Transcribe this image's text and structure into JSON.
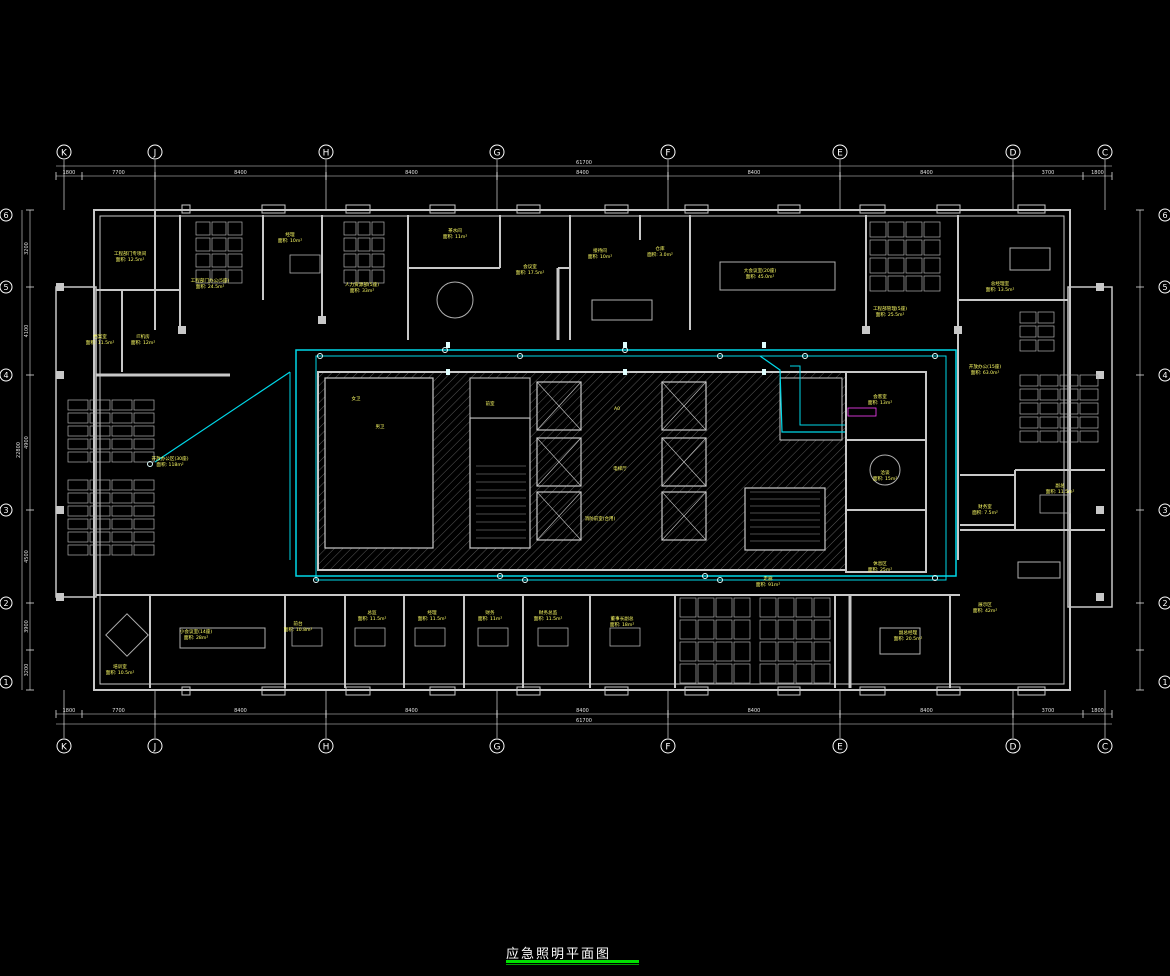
{
  "drawing": {
    "title": "应急照明平面图"
  },
  "axes": {
    "columns": [
      "K",
      "J",
      "H",
      "G",
      "F",
      "E",
      "D",
      "C"
    ],
    "rows": [
      "6",
      "5",
      "4",
      "3",
      "2",
      "1"
    ]
  },
  "dimensions": {
    "top_total": "61700",
    "bottom_total": "61700",
    "top_segments": [
      "1800",
      "7700",
      "8400",
      "8400",
      "8400",
      "8400",
      "8400",
      "3700",
      "1800"
    ],
    "left_total": "22800",
    "left_segments": [
      "3200",
      "4100",
      "4900",
      "4500",
      "3900",
      "3200"
    ]
  },
  "rooms": [
    {
      "id": "r1",
      "name": "工程部门专项间",
      "area": "面积: 12.5m²"
    },
    {
      "id": "r2",
      "name": "工程部门办公(5座)",
      "area": "面积: 24.5m²"
    },
    {
      "id": "r3",
      "name": "经理",
      "area": "面积: 10m²"
    },
    {
      "id": "r4",
      "name": "人力资源部(5座)",
      "area": "面积: 33m²"
    },
    {
      "id": "r5",
      "name": "茶水间",
      "area": "面积: 11m²"
    },
    {
      "id": "r6",
      "name": "会议室",
      "area": "面积: 17.5m²"
    },
    {
      "id": "r7",
      "name": "接待间",
      "area": "面积: 10m²"
    },
    {
      "id": "r8",
      "name": "仓库",
      "area": "面积: 3.0m²"
    },
    {
      "id": "r9",
      "name": "大会议室(20座)",
      "area": "面积: 45.0m²"
    },
    {
      "id": "r10",
      "name": "工程部管理(5座)",
      "area": "面积: 25.5m²"
    },
    {
      "id": "r11",
      "name": "总经理室",
      "area": "面积: 13.5m²"
    },
    {
      "id": "r12",
      "name": "档案室",
      "area": "面积: 11.5m²"
    },
    {
      "id": "r13",
      "name": "IT机房",
      "area": "面积: 12m²"
    },
    {
      "id": "r14",
      "name": "开放办公区(30座)",
      "area": "面积: 118m²"
    },
    {
      "id": "r15",
      "name": "开放办公(15座)",
      "area": "面积: 63.0m²"
    },
    {
      "id": "r16",
      "name": "小会议室(14座)",
      "area": "面积: 28m²"
    },
    {
      "id": "r17",
      "name": "培训室",
      "area": "面积: 10.5m²"
    },
    {
      "id": "r18",
      "name": "前台",
      "area": "面积: 10.8m²"
    },
    {
      "id": "r19",
      "name": "总监",
      "area": "面积: 11.5m²"
    },
    {
      "id": "r20",
      "name": "经理",
      "area": "面积: 11.5m²"
    },
    {
      "id": "r21",
      "name": "财务",
      "area": "面积: 11m²"
    },
    {
      "id": "r22",
      "name": "财务总监",
      "area": "面积: 11.5m²"
    },
    {
      "id": "r23",
      "name": "董事长副总",
      "area": "面积: 18m²"
    },
    {
      "id": "r24",
      "name": "副总经理",
      "area": "面积: 20.5m²"
    },
    {
      "id": "r25",
      "name": "展示区",
      "area": "面积: 42m²"
    },
    {
      "id": "r26",
      "name": "会客室",
      "area": "面积: 13m²"
    },
    {
      "id": "r27",
      "name": "洽谈",
      "area": "面积: 15m²"
    },
    {
      "id": "r28",
      "name": "休息区",
      "area": "面积: 25m²"
    },
    {
      "id": "r29",
      "name": "财务室",
      "area": "面积: 7.5m²"
    },
    {
      "id": "r30",
      "name": "副总",
      "area": "面积: 11.5m²"
    },
    {
      "id": "r31",
      "name": "走廊",
      "area": "面积: 91m²"
    }
  ],
  "core": {
    "labels": [
      "女卫",
      "男卫",
      "前室",
      "电梯厅",
      "消防前室(合用)",
      "A0"
    ]
  },
  "colors": {
    "background": "#000000",
    "wall": "#c8c8c8",
    "axis": "#ffffff",
    "dimension": "#e0e0e0",
    "emergency_circuit": "#00d8e8",
    "furniture": "#b0b0b0",
    "label": "#ffff66",
    "title_underline": "#00e000",
    "hatch": "#5a5a5a",
    "marker": "#ff40ff"
  }
}
